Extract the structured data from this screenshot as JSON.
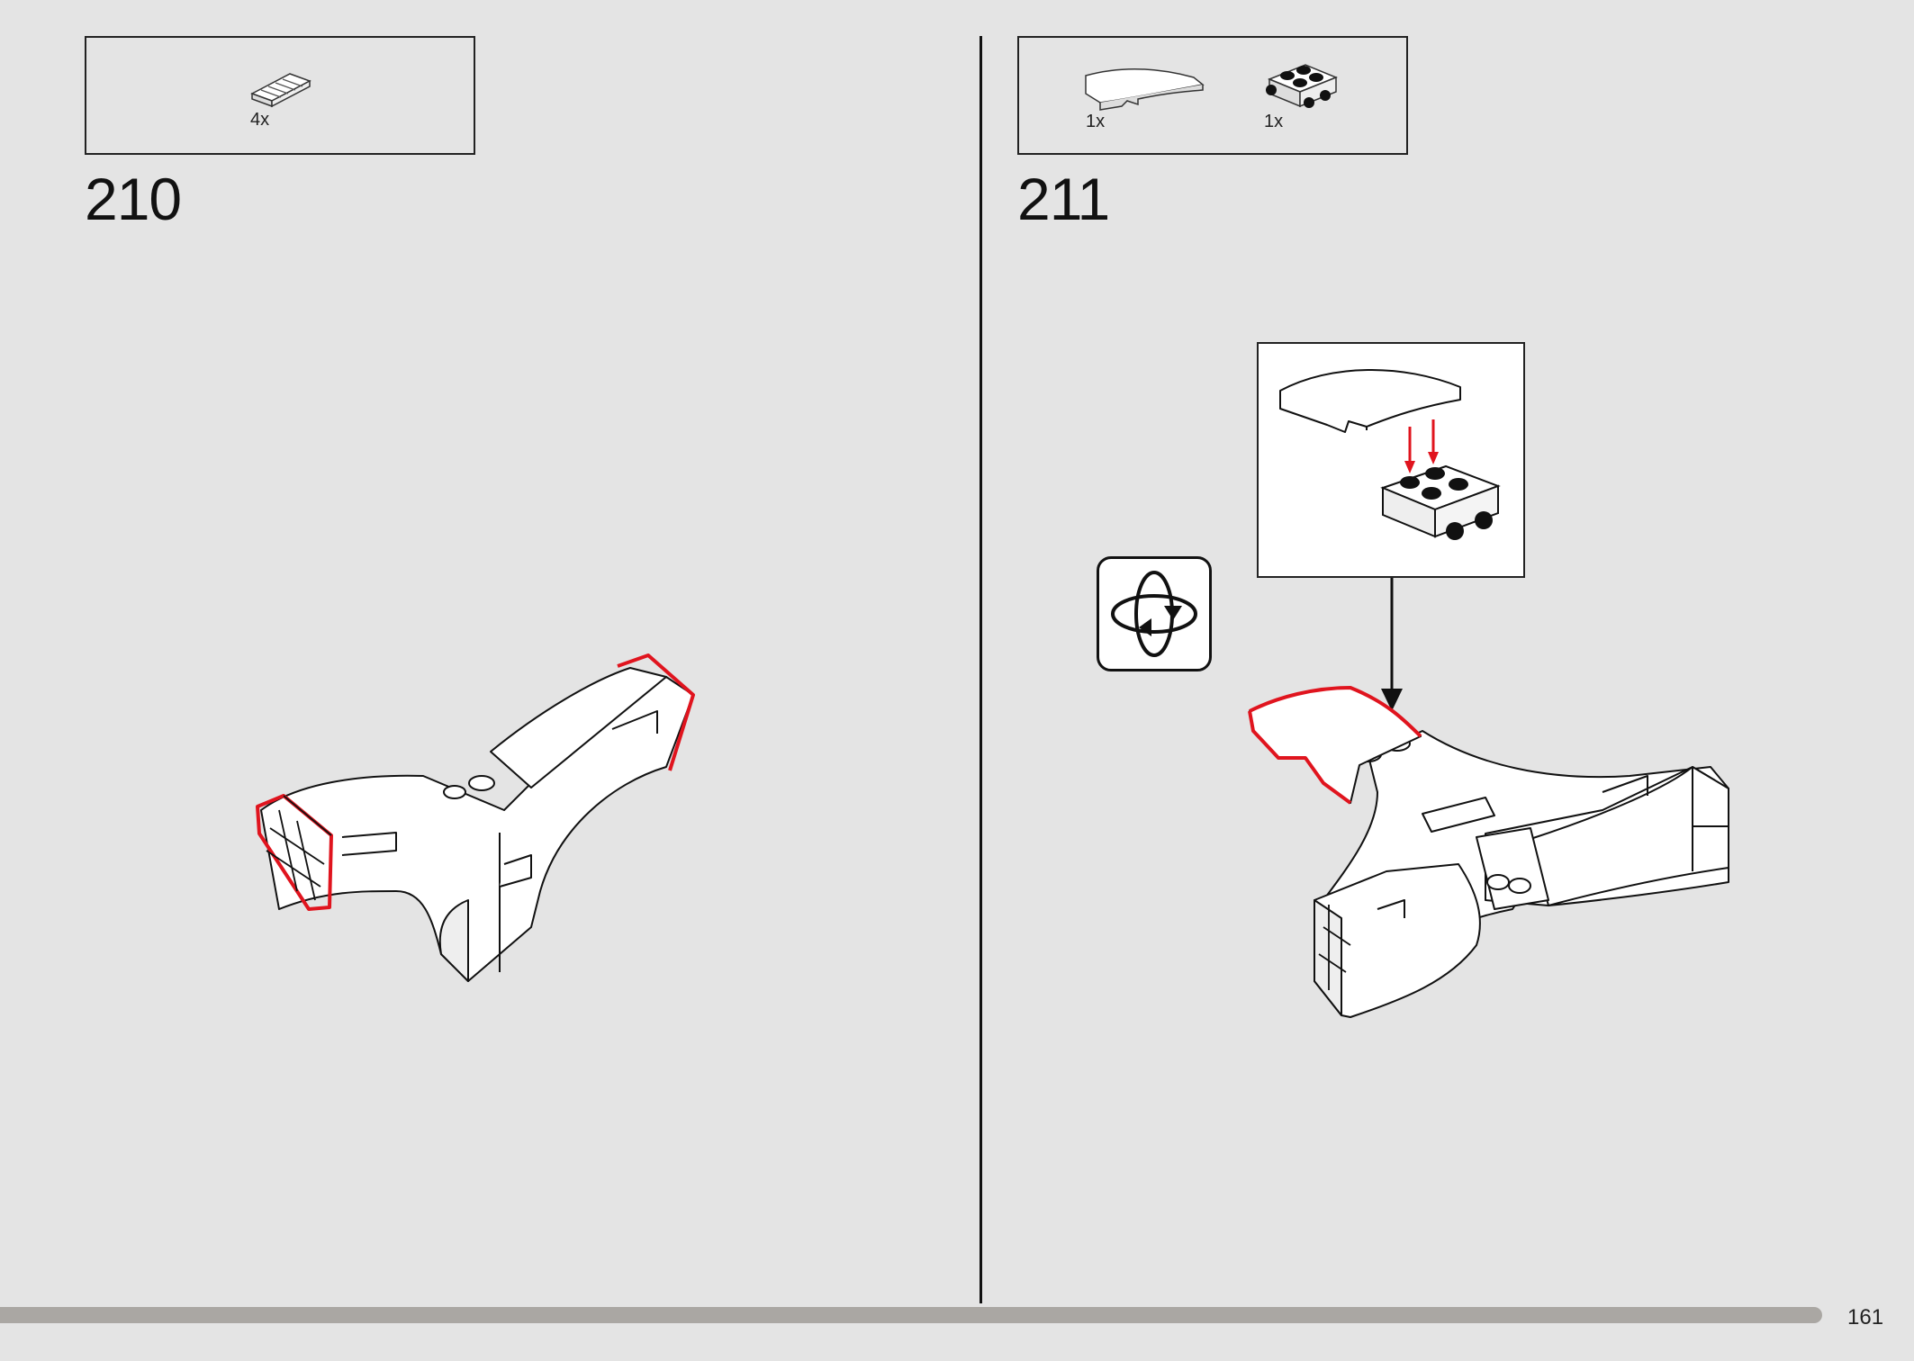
{
  "step_left": {
    "number": "210",
    "parts": [
      {
        "icon": "slope-brick-icon",
        "qty": "4x"
      }
    ]
  },
  "step_right": {
    "number": "211",
    "parts": [
      {
        "icon": "curved-slope-icon",
        "qty": "1x"
      },
      {
        "icon": "studded-brick-icon",
        "qty": "1x"
      }
    ]
  },
  "rotate": {
    "icon": "rotate-model-icon"
  },
  "page": {
    "number": "161",
    "progress_fraction": 0.952
  },
  "colors": {
    "highlight": "#e0141e",
    "background": "#e4e4e4",
    "outline": "#111111"
  }
}
